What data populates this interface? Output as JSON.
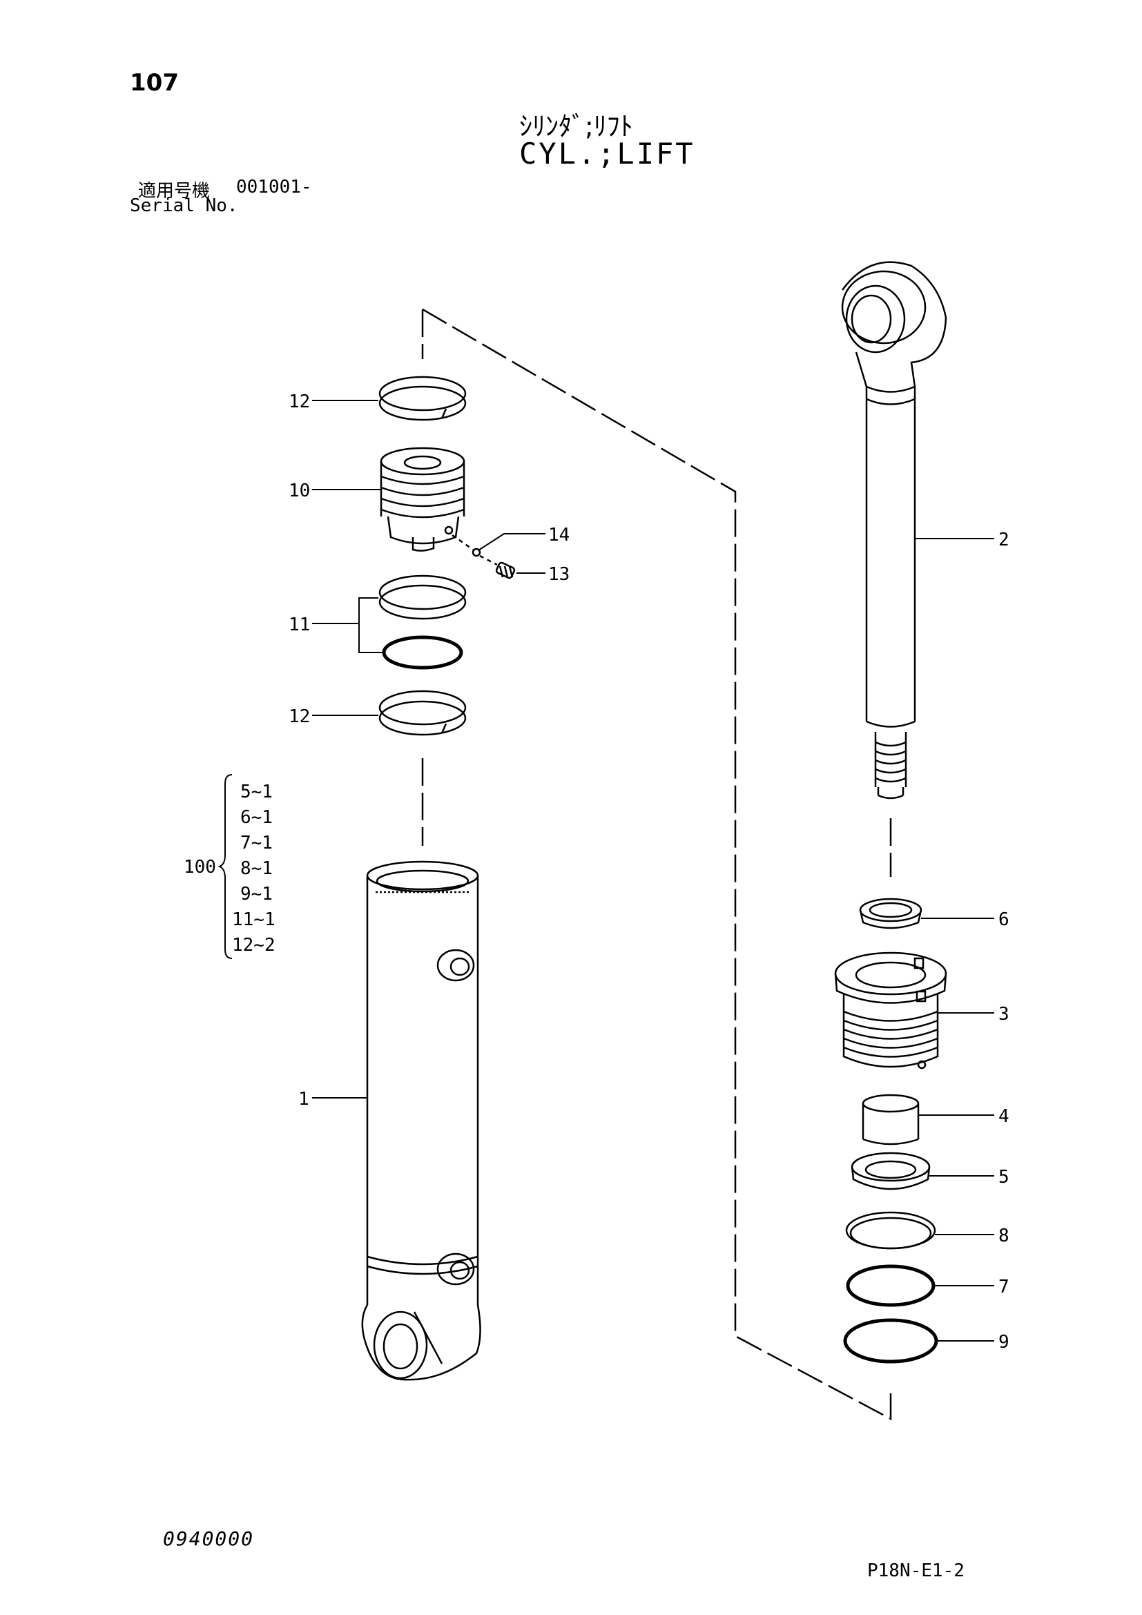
{
  "header": {
    "page_number": "107",
    "title_jp": "ｼﾘﾝﾀﾞ;ﾘﾌﾄ",
    "title_en": "CYL.;LIFT",
    "serial_label_jp": "適用号機",
    "serial_value": "001001-",
    "serial_label_en": "Serial No."
  },
  "callouts": {
    "c12_top": "12",
    "c10": "10",
    "c14": "14",
    "c13": "13",
    "c11": "11",
    "c12_mid": "12",
    "c1": "1",
    "c2": "2",
    "c6": "6",
    "c3": "3",
    "c4": "4",
    "c5": "5",
    "c8": "8",
    "c7": "7",
    "c9": "9"
  },
  "kit": {
    "label": "100",
    "items": [
      "5~1",
      "6~1",
      "7~1",
      "8~1",
      "9~1",
      "11~1",
      "12~2"
    ]
  },
  "footer": {
    "code": "0940000",
    "reference": "P18N-E1-2"
  }
}
